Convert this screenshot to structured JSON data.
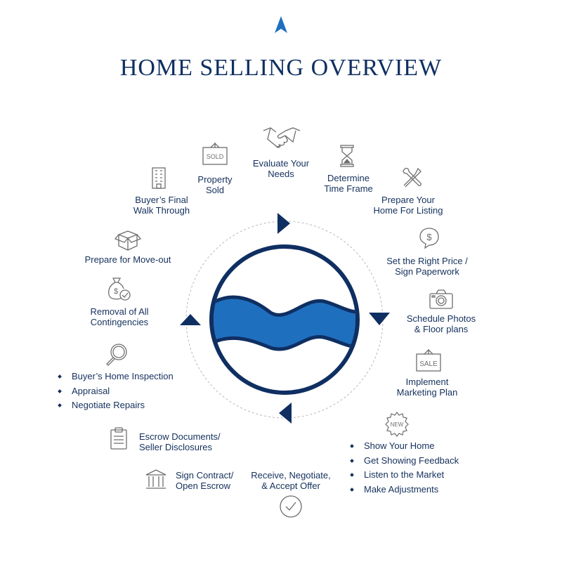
{
  "title": "HOME SELLING OVERVIEW",
  "colors": {
    "navy": "#0f2f62",
    "blue": "#1f6fbf",
    "gray_icon": "#8a8a8a"
  },
  "steps": {
    "evaluate": {
      "line1": "Evaluate Your",
      "line2": "Needs",
      "icon": "handshake-icon"
    },
    "timeframe": {
      "line1": "Determine",
      "line2": "Time Frame",
      "icon": "hourglass-icon"
    },
    "prepare": {
      "line1": "Prepare Your",
      "line2": "Home For Listing",
      "icon": "tools-icon"
    },
    "price": {
      "line1": "Set the Right Price /",
      "line2": "Sign Paperwork",
      "icon": "dollar-bubble-icon"
    },
    "photos": {
      "line1": "Schedule Photos",
      "line2": "& Floor plans",
      "icon": "camera-icon"
    },
    "marketing": {
      "line1": "Implement",
      "line2": "Marketing Plan",
      "icon": "sale-sign-icon",
      "sign_text": "SALE"
    },
    "show": {
      "items": [
        "Show Your Home",
        "Get Showing Feedback",
        "Listen to the Market",
        "Make Adjustments"
      ],
      "icon": "new-badge-icon",
      "badge_text": "NEW"
    },
    "offer": {
      "line1": "Receive, Negotiate,",
      "line2": "& Accept Offer",
      "icon": "check-circle-icon"
    },
    "contract": {
      "line1": "Sign Contract/",
      "line2": "Open Escrow",
      "icon": "bank-icon"
    },
    "escrow": {
      "line1": "Escrow Documents/",
      "line2": "Seller Disclosures",
      "icon": "clipboard-icon"
    },
    "inspection": {
      "items": [
        "Buyer’s Home Inspection",
        "Appraisal",
        "Negotiate Repairs"
      ],
      "icon": "magnifier-icon"
    },
    "contingencies": {
      "line1": "Removal of All",
      "line2": "Contingencies",
      "icon": "money-bag-check-icon"
    },
    "moveout": {
      "line1": "Prepare for Move-out",
      "icon": "box-icon"
    },
    "walkthrough": {
      "line1": "Buyer’s Final",
      "line2": "Walk Through",
      "icon": "building-icon"
    },
    "sold": {
      "line1": "Property",
      "line2": "Sold",
      "icon": "sold-sign-icon",
      "sign_text": "SOLD"
    }
  }
}
